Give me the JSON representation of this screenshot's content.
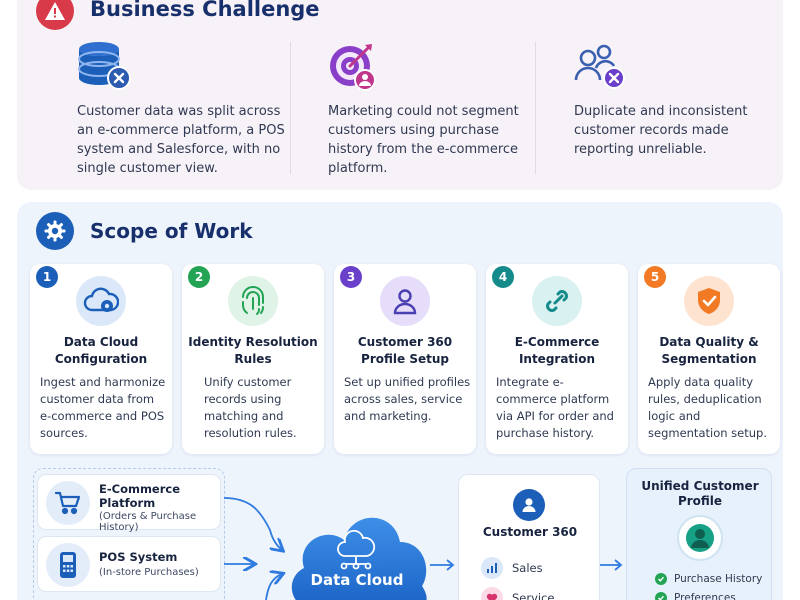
{
  "challenge": {
    "title": "Business Challenge",
    "items": [
      {
        "icon": "database-error-icon",
        "text": "Customer data was split across an e-commerce platform, a POS system and Salesforce, with no single customer view."
      },
      {
        "icon": "target-user-icon",
        "text": "Marketing could not segment customers using purchase history from the e-commerce platform."
      },
      {
        "icon": "duplicate-users-icon",
        "text": "Duplicate and inconsistent customer records made reporting unreliable."
      }
    ]
  },
  "scope": {
    "title": "Scope of Work",
    "cards": [
      {
        "num": "1",
        "color": "#1b5fb8",
        "title": "Data Cloud Configuration",
        "desc": "Ingest and harmonize customer data from e-commerce and POS sources."
      },
      {
        "num": "2",
        "color": "#23a455",
        "title": "Identity Resolution Rules",
        "desc": "Unify customer records using matching and resolution rules."
      },
      {
        "num": "3",
        "color": "#6a3fc9",
        "title": "Customer 360 Profile Setup",
        "desc": "Set up unified profiles across sales, service and marketing."
      },
      {
        "num": "4",
        "color": "#148a8a",
        "title": "E-Commerce Integration",
        "desc": "Integrate e-commerce platform via API for order and purchase history."
      },
      {
        "num": "5",
        "color": "#f27a24",
        "title": "Data Quality & Segmentation",
        "desc": "Apply data quality rules, deduplication logic and segmentation setup."
      }
    ]
  },
  "flow": {
    "sources": [
      {
        "name": "E-Commerce Platform",
        "sub": "(Orders & Purchase History)"
      },
      {
        "name": "POS System",
        "sub": "(In-store Purchases)"
      }
    ],
    "hub": "Data Cloud",
    "c360": {
      "title": "Customer 360",
      "items": [
        "Sales",
        "Service"
      ]
    },
    "profile": {
      "title": "Unified Customer Profile",
      "items": [
        "Purchase History",
        "Preferences"
      ]
    }
  }
}
